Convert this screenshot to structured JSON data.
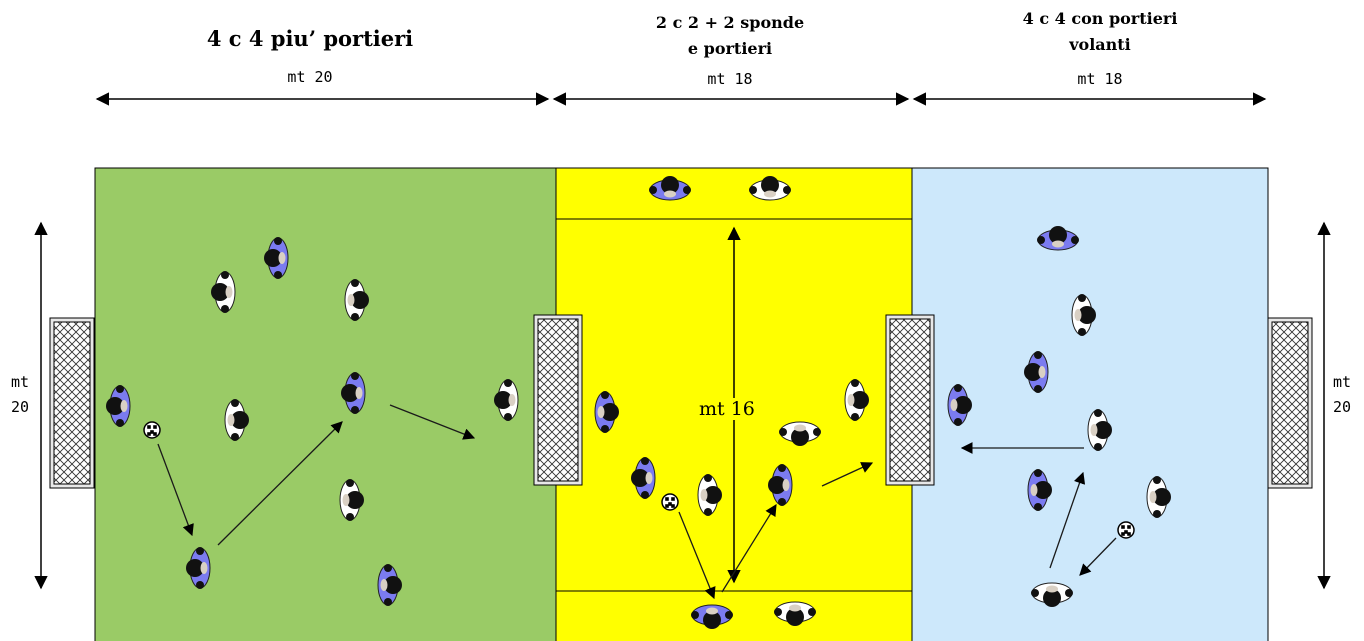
{
  "zones": [
    {
      "title": "4 c 4 piu’ portieri",
      "distance": "mt  20",
      "color": "#9acb66"
    },
    {
      "title_lines": [
        "2 c 2 + 2 sponde",
        "e portieri"
      ],
      "distance": "mt  18",
      "color": "#ffff00"
    },
    {
      "title_lines": [
        "4 c 4 con portieri",
        "volanti"
      ],
      "distance": "mt  18",
      "color": "#cde8fb"
    }
  ],
  "side_labels": {
    "left": [
      "mt",
      "20"
    ],
    "right": [
      "mt",
      "20"
    ]
  },
  "center_label": "mt   16",
  "colors": {
    "team_blue": "#7b7bf0",
    "team_white": "#ffffff",
    "head": "#111111",
    "arrow": "#1a1a1a"
  },
  "icons": [
    "goal-net-icon",
    "player-icon",
    "ball-icon",
    "arrow-icon"
  ]
}
